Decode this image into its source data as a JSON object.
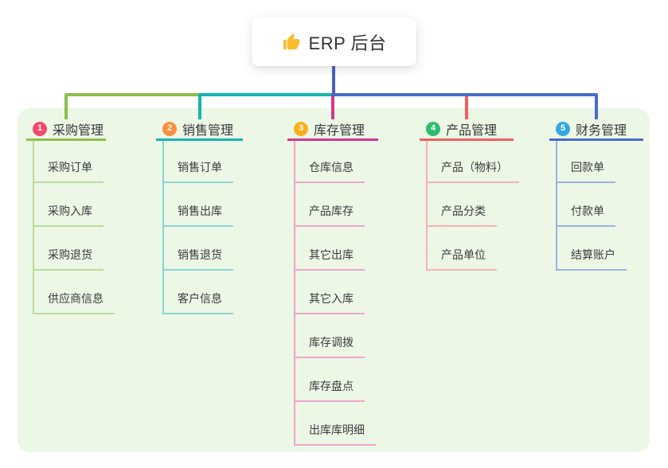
{
  "root": {
    "icon": "thumbs-up-icon",
    "icon_color": "#f9bd2f",
    "label": "ERP 后台"
  },
  "colors": {
    "page_bg": "#ffffff",
    "panel_bg": "#ecf7e6",
    "root_card_bg": "#ffffff",
    "root_line": "#4c5fc6",
    "text_dark": "#333333",
    "child_text": "#3b3b3b"
  },
  "branches": [
    {
      "number": "1",
      "label": "采购管理",
      "badge_color": "#f5486c",
      "line_color": "#8cbf4e",
      "child_line_color": "#bcdc9c",
      "children": [
        "采购订单",
        "采购入库",
        "采购退货",
        "供应商信息"
      ]
    },
    {
      "number": "2",
      "label": "销售管理",
      "badge_color": "#fb8f3d",
      "line_color": "#16b5af",
      "child_line_color": "#8ad8d2",
      "children": [
        "销售订单",
        "销售出库",
        "销售退货",
        "客户信息"
      ]
    },
    {
      "number": "3",
      "label": "库存管理",
      "badge_color": "#fcaf1b",
      "line_color": "#d4388e",
      "child_line_color": "#f0a6cb",
      "children": [
        "仓库信息",
        "产品库存",
        "其它出库",
        "其它入库",
        "库存调拨",
        "库存盘点",
        "出库库明细"
      ]
    },
    {
      "number": "4",
      "label": "产品管理",
      "badge_color": "#2ebe6e",
      "line_color": "#f15f5f",
      "child_line_color": "#f8b1b1",
      "children": [
        "产品（物料）",
        "产品分类",
        "产品单位"
      ]
    },
    {
      "number": "5",
      "label": "财务管理",
      "badge_color": "#34a9e0",
      "line_color": "#4a6bcb",
      "child_line_color": "#9fb0e4",
      "children": [
        "回款单",
        "付款单",
        "结算账户"
      ]
    }
  ]
}
